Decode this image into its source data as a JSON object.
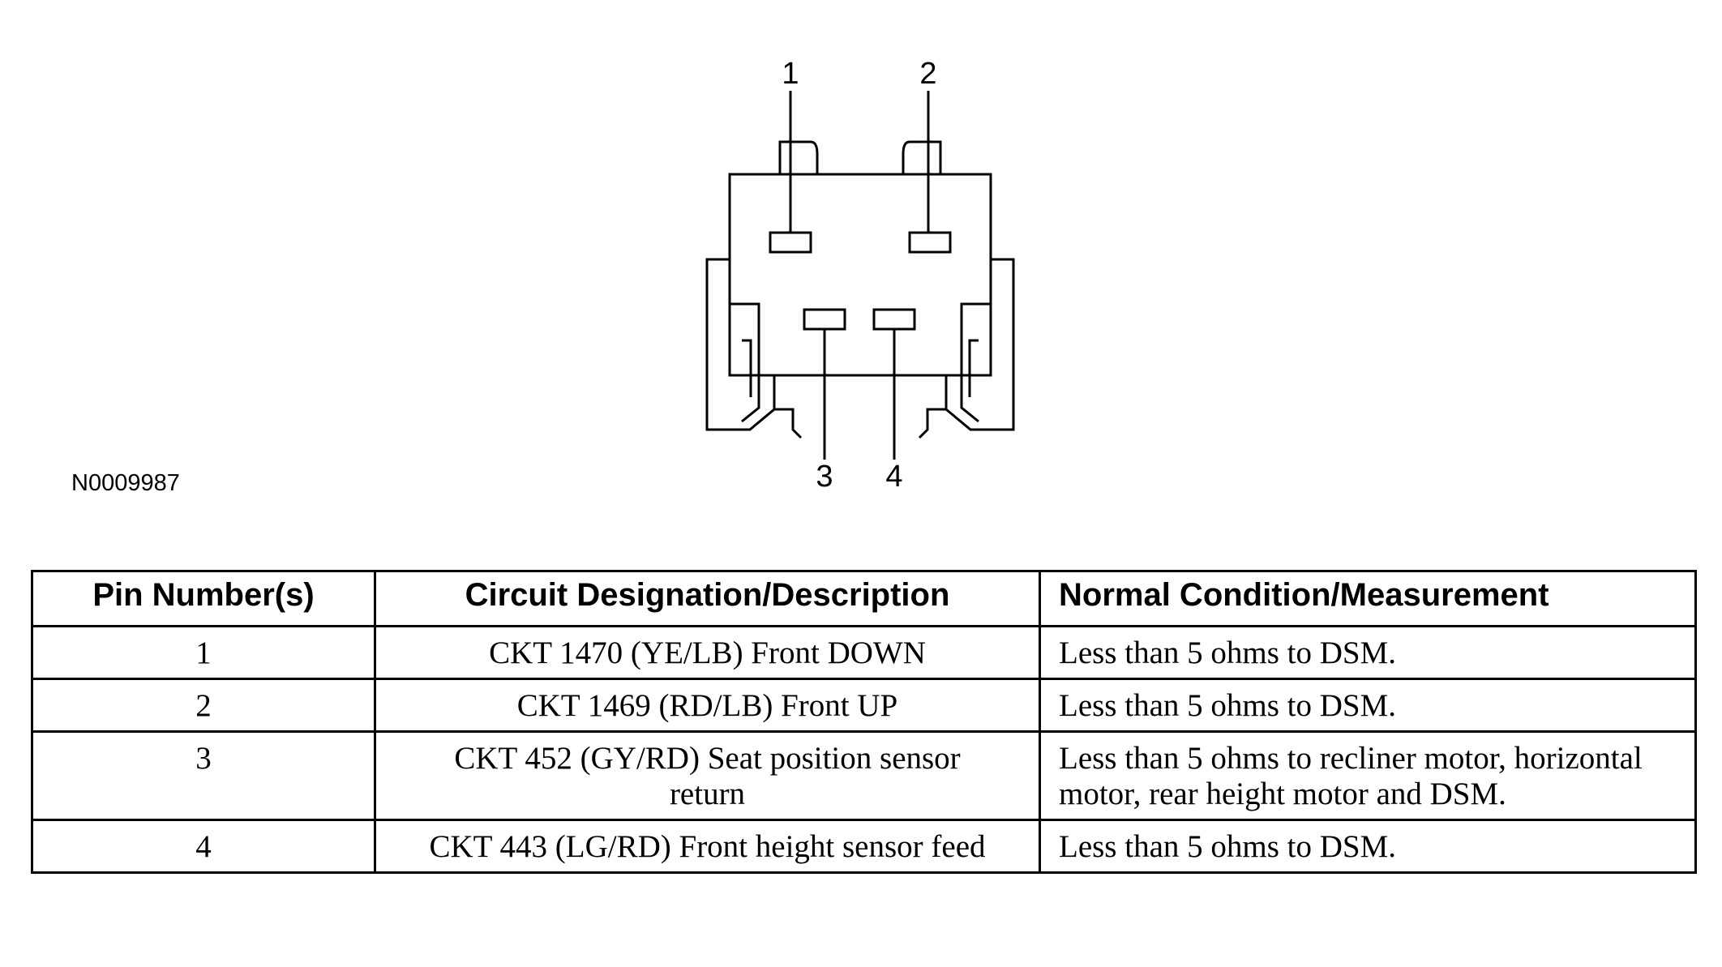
{
  "diagram": {
    "figure_id": "N0009987",
    "pin_labels": [
      "1",
      "2",
      "3",
      "4"
    ]
  },
  "table": {
    "headers": [
      "Pin Number(s)",
      "Circuit Designation/Description",
      "Normal Condition/Measurement"
    ],
    "rows": [
      {
        "pin": "1",
        "circuit": "CKT 1470 (YE/LB) Front DOWN",
        "condition": "Less than 5 ohms to DSM."
      },
      {
        "pin": "2",
        "circuit": "CKT 1469 (RD/LB) Front UP",
        "condition": "Less than 5 ohms to DSM."
      },
      {
        "pin": "3",
        "circuit": "CKT 452 (GY/RD) Seat position sensor return",
        "condition": "Less than 5 ohms to recliner motor, horizontal motor, rear height motor and DSM."
      },
      {
        "pin": "4",
        "circuit": "CKT 443 (LG/RD) Front height sensor feed",
        "condition": "Less than 5 ohms to DSM."
      }
    ]
  }
}
